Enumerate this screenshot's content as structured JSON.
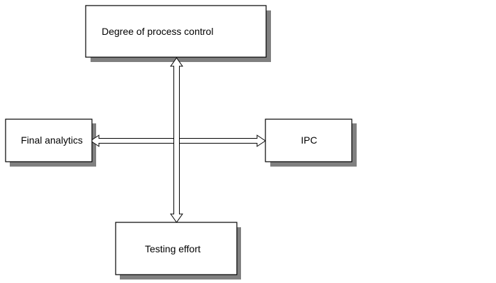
{
  "diagram": {
    "nodes": {
      "top": {
        "label": "Degree of process control"
      },
      "left": {
        "label": "Final analytics"
      },
      "right": {
        "label": "IPC"
      },
      "bottom": {
        "label": "Testing effort"
      }
    },
    "connectors": [
      {
        "name": "vertical-double-arrow",
        "from": "top",
        "to": "bottom",
        "direction": "both"
      },
      {
        "name": "horizontal-double-arrow",
        "from": "left",
        "to": "right",
        "direction": "both"
      }
    ]
  },
  "colors": {
    "box_border": "#000000",
    "box_fill": "#ffffff",
    "shadow": "#808080",
    "arrow_fill": "#ffffff",
    "arrow_stroke": "#000000"
  }
}
